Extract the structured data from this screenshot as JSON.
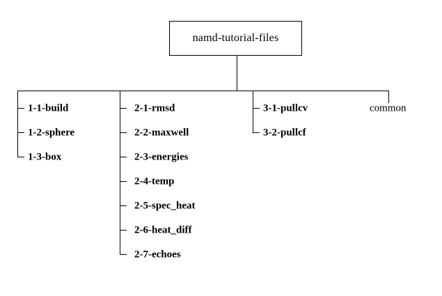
{
  "diagram": {
    "type": "directory-tree",
    "title": "namd-tutorial-files directory structure",
    "background_color": "#ffffff",
    "line_color": "#000000",
    "root": {
      "label": "namd-tutorial-files",
      "boxed": true
    },
    "branches": [
      {
        "name": "branch-1",
        "items": [
          {
            "label": "1-1-build"
          },
          {
            "label": "1-2-sphere"
          },
          {
            "label": "1-3-box"
          }
        ]
      },
      {
        "name": "branch-2",
        "items": [
          {
            "label": "2-1-rmsd"
          },
          {
            "label": "2-2-maxwell"
          },
          {
            "label": "2-3-energies"
          },
          {
            "label": "2-4-temp"
          },
          {
            "label": "2-5-spec_heat"
          },
          {
            "label": "2-6-heat_diff"
          },
          {
            "label": "2-7-echoes"
          }
        ]
      },
      {
        "name": "branch-3",
        "items": [
          {
            "label": "3-1-pullcv"
          },
          {
            "label": "3-2-pullcf"
          }
        ]
      },
      {
        "name": "branch-4",
        "items": [
          {
            "label": "common"
          }
        ]
      }
    ]
  }
}
